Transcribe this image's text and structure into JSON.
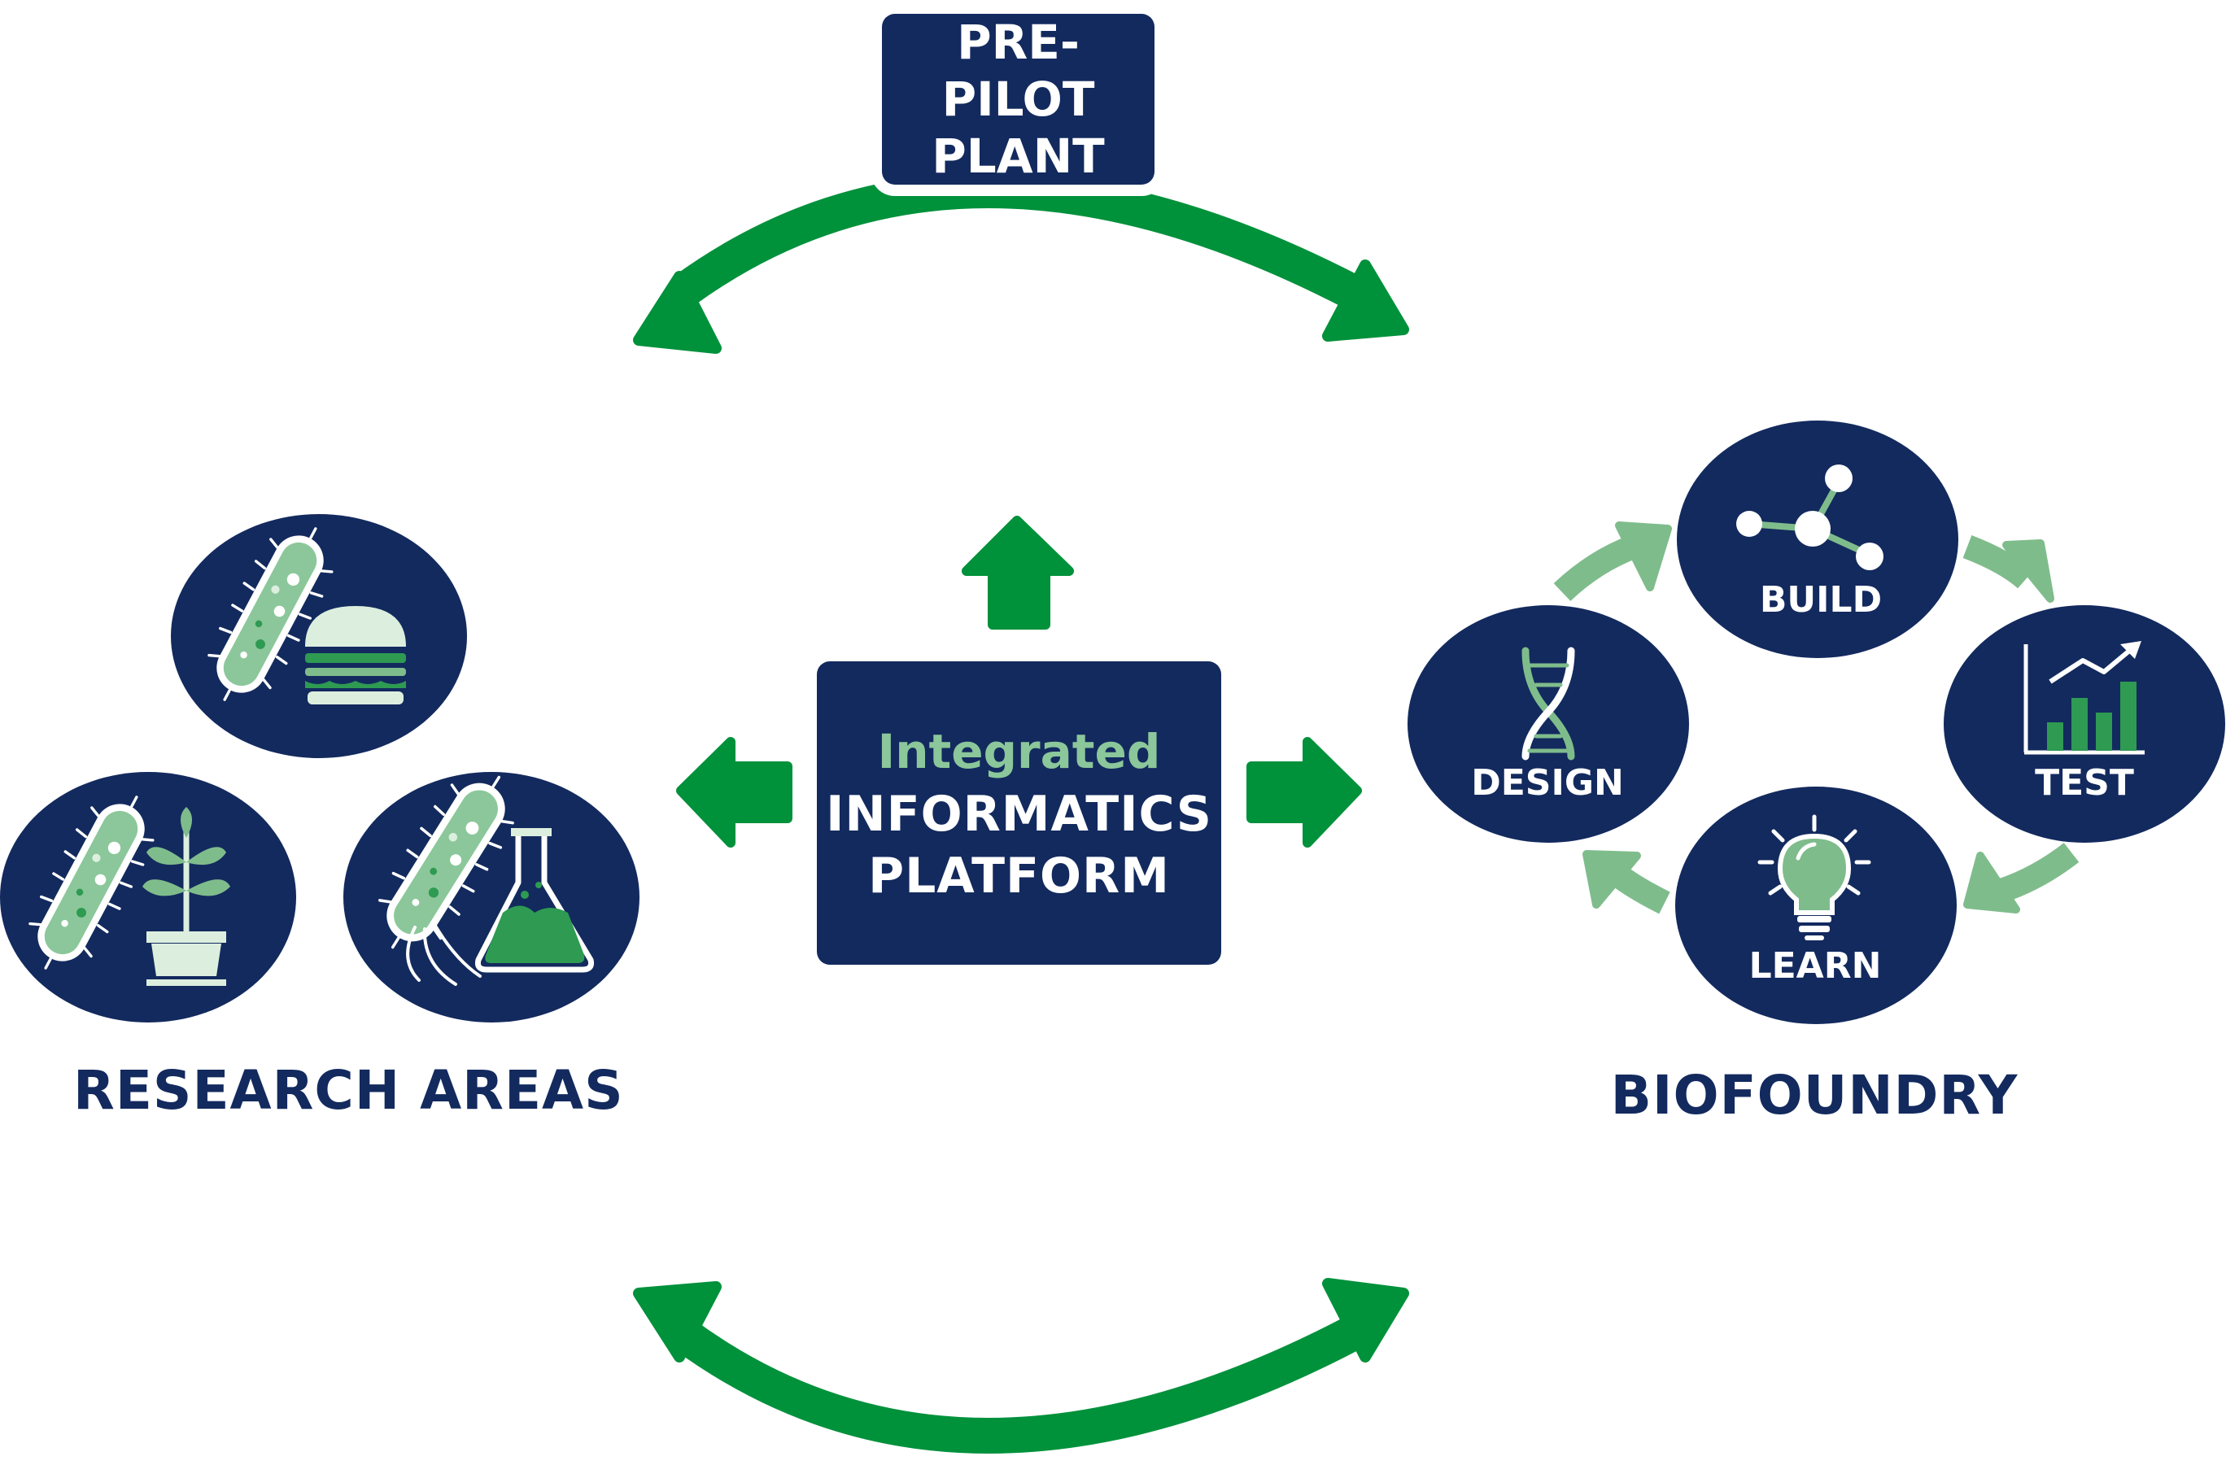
{
  "colors": {
    "navy": "#132a5e",
    "green": "#00913b",
    "light_green": "#8bc79a",
    "pale_green": "#dcefdf",
    "cycle_arrow": "#7fbc8c",
    "white": "#ffffff"
  },
  "pre_pilot": {
    "line1": "PRE-PILOT",
    "line2": "PLANT"
  },
  "platform": {
    "subtitle": "Integrated",
    "line1": "INFORMATICS",
    "line2": "PLATFORM"
  },
  "research_areas": {
    "caption": "RESEARCH AREAS",
    "items": [
      {
        "icons": [
          "bacterium-icon",
          "burger-icon"
        ]
      },
      {
        "icons": [
          "bacterium-icon",
          "plant-icon"
        ]
      },
      {
        "icons": [
          "bacterium-icon",
          "flask-icon"
        ]
      }
    ]
  },
  "biofoundry": {
    "caption": "BIOFOUNDRY",
    "steps": [
      {
        "label": "DESIGN",
        "icon": "dna-icon"
      },
      {
        "label": "BUILD",
        "icon": "molecule-icon"
      },
      {
        "label": "TEST",
        "icon": "bar-chart-icon"
      },
      {
        "label": "LEARN",
        "icon": "lightbulb-icon"
      }
    ]
  }
}
